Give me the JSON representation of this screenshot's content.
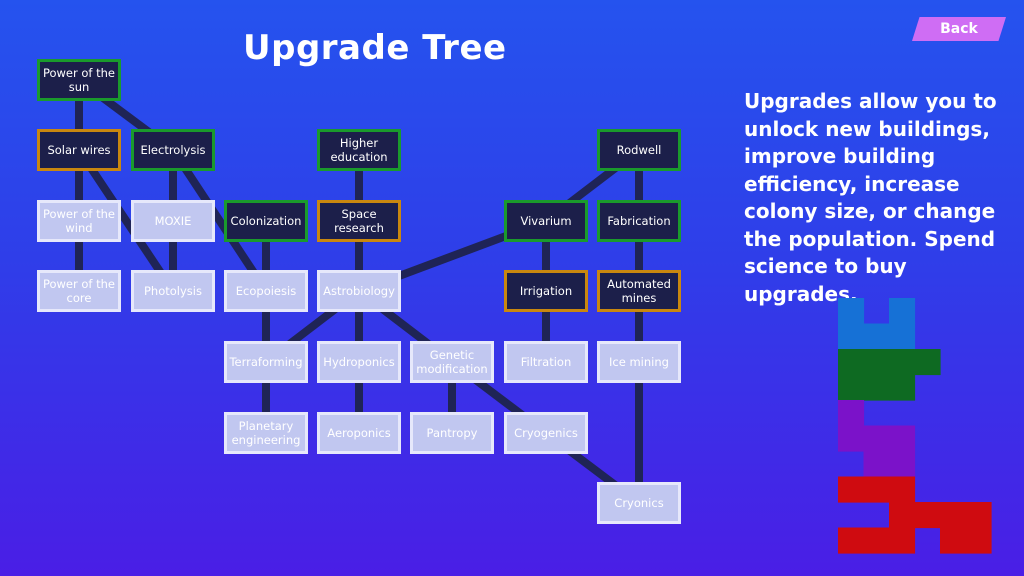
{
  "title": "Upgrade Tree",
  "back_label": "Back",
  "description": "Upgrades allow you to unlock new buildings, improve building efficiency, increase colony size, or change the population. Spend science to buy upgrades.",
  "colors": {
    "available_border": "#1a9a2c",
    "selected_border": "#c9870f",
    "locked_fill": "#c1c7f0",
    "node_fill": "#1c1f4a",
    "link": "#1f2456",
    "piece_blue": "#1671d6",
    "piece_green": "#0e6a22",
    "piece_purple": "#7b12c9",
    "piece_red": "#cf0b10"
  },
  "nodes": [
    {
      "id": "power-of-the-sun",
      "label": "Power of the sun",
      "state": "available"
    },
    {
      "id": "solar-wires",
      "label": "Solar wires",
      "state": "selected"
    },
    {
      "id": "electrolysis",
      "label": "Electrolysis",
      "state": "available"
    },
    {
      "id": "higher-education",
      "label": "Higher education",
      "state": "available"
    },
    {
      "id": "rodwell",
      "label": "Rodwell",
      "state": "available"
    },
    {
      "id": "power-of-the-wind",
      "label": "Power of the wind",
      "state": "locked"
    },
    {
      "id": "moxie",
      "label": "MOXIE",
      "state": "locked"
    },
    {
      "id": "colonization",
      "label": "Colonization",
      "state": "available"
    },
    {
      "id": "space-research",
      "label": "Space research",
      "state": "selected"
    },
    {
      "id": "vivarium",
      "label": "Vivarium",
      "state": "available"
    },
    {
      "id": "fabrication",
      "label": "Fabrication",
      "state": "available"
    },
    {
      "id": "power-of-the-core",
      "label": "Power of the core",
      "state": "locked"
    },
    {
      "id": "photolysis",
      "label": "Photolysis",
      "state": "locked"
    },
    {
      "id": "ecopoiesis",
      "label": "Ecopoiesis",
      "state": "locked"
    },
    {
      "id": "astrobiology",
      "label": "Astrobiology",
      "state": "locked"
    },
    {
      "id": "irrigation",
      "label": "Irrigation",
      "state": "selected"
    },
    {
      "id": "automated-mines",
      "label": "Automated mines",
      "state": "selected"
    },
    {
      "id": "terraforming",
      "label": "Terraforming",
      "state": "locked"
    },
    {
      "id": "hydroponics",
      "label": "Hydroponics",
      "state": "locked"
    },
    {
      "id": "genetic-modification",
      "label": "Genetic modification",
      "state": "locked"
    },
    {
      "id": "filtration",
      "label": "Filtration",
      "state": "locked"
    },
    {
      "id": "ice-mining",
      "label": "Ice mining",
      "state": "locked"
    },
    {
      "id": "planetary-engineering",
      "label": "Planetary engineering",
      "state": "locked"
    },
    {
      "id": "aeroponics",
      "label": "Aeroponics",
      "state": "locked"
    },
    {
      "id": "pantropy",
      "label": "Pantropy",
      "state": "locked"
    },
    {
      "id": "cryogenics",
      "label": "Cryogenics",
      "state": "locked"
    },
    {
      "id": "cryonics",
      "label": "Cryonics",
      "state": "locked"
    }
  ],
  "links": [
    [
      "power-of-the-sun",
      "solar-wires"
    ],
    [
      "power-of-the-sun",
      "electrolysis"
    ],
    [
      "solar-wires",
      "power-of-the-wind"
    ],
    [
      "power-of-the-wind",
      "power-of-the-core"
    ],
    [
      "solar-wires",
      "photolysis"
    ],
    [
      "electrolysis",
      "moxie"
    ],
    [
      "moxie",
      "photolysis"
    ],
    [
      "electrolysis",
      "ecopoiesis"
    ],
    [
      "colonization",
      "ecopoiesis"
    ],
    [
      "higher-education",
      "space-research"
    ],
    [
      "space-research",
      "astrobiology"
    ],
    [
      "astrobiology",
      "vivarium"
    ],
    [
      "rodwell",
      "vivarium"
    ],
    [
      "rodwell",
      "fabrication"
    ],
    [
      "vivarium",
      "irrigation"
    ],
    [
      "fabrication",
      "automated-mines"
    ],
    [
      "irrigation",
      "filtration"
    ],
    [
      "automated-mines",
      "ice-mining"
    ],
    [
      "astrobiology",
      "terraforming"
    ],
    [
      "astrobiology",
      "hydroponics"
    ],
    [
      "astrobiology",
      "genetic-modification"
    ],
    [
      "ecopoiesis",
      "terraforming"
    ],
    [
      "terraforming",
      "planetary-engineering"
    ],
    [
      "hydroponics",
      "aeroponics"
    ],
    [
      "genetic-modification",
      "pantropy"
    ],
    [
      "genetic-modification",
      "cryogenics"
    ],
    [
      "cryogenics",
      "cryonics"
    ],
    [
      "ice-mining",
      "cryonics"
    ]
  ]
}
